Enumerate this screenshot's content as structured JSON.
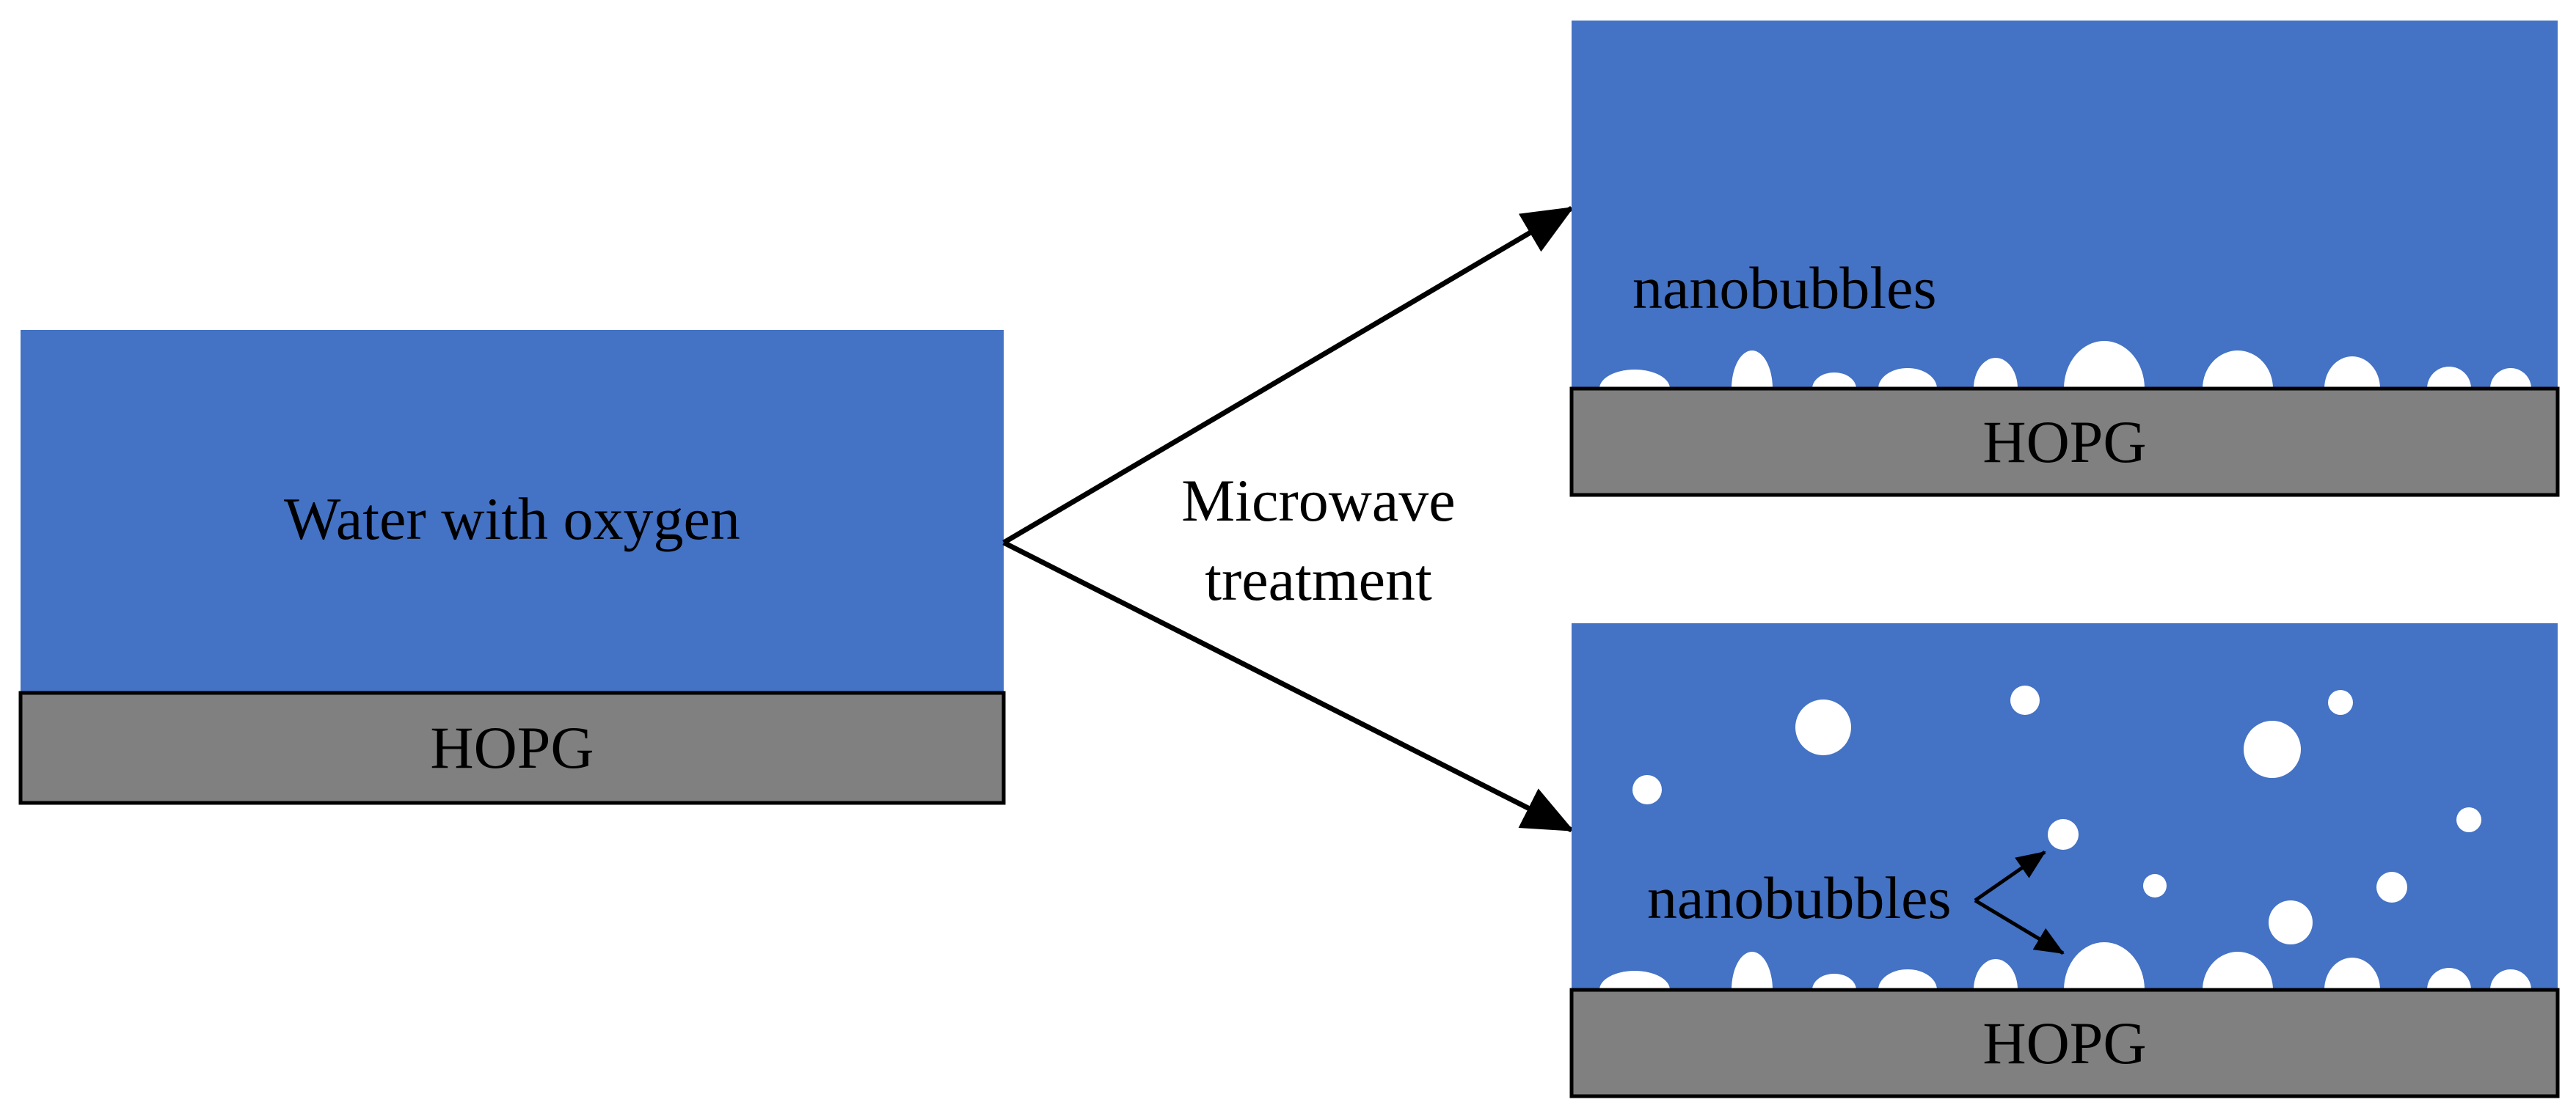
{
  "colors": {
    "water": "#4472C4",
    "substrate": "#808080",
    "bubble": "#FFFFFF",
    "arrow": "#000000",
    "background": "#FFFFFF"
  },
  "left_panel": {
    "water_label": "Water with oxygen",
    "substrate_label": "HOPG"
  },
  "process": {
    "label_line1": "Microwave",
    "label_line2": "treatment"
  },
  "top_right_panel": {
    "bubble_label": "nanobubbles",
    "substrate_label": "HOPG"
  },
  "bottom_right_panel": {
    "bubble_label": "nanobubbles",
    "substrate_label": "HOPG"
  }
}
